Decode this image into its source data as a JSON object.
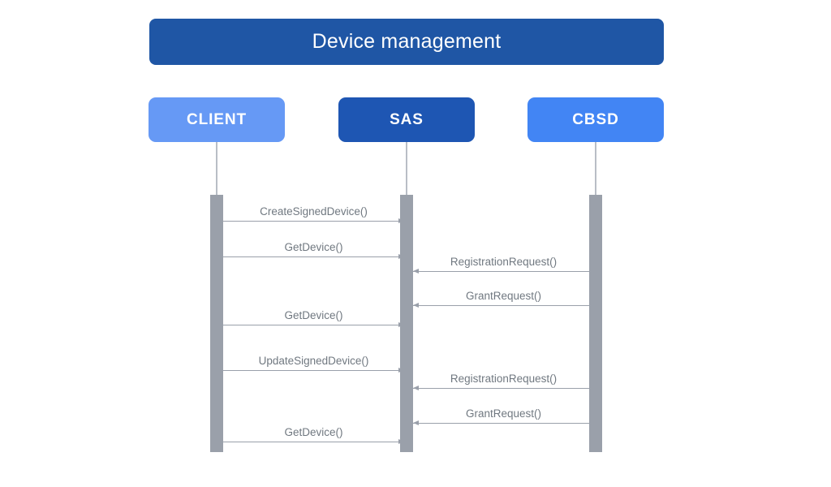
{
  "title": {
    "text": "Device management"
  },
  "participants": [
    {
      "id": "client",
      "label": "CLIENT",
      "color": "#6699f5"
    },
    {
      "id": "sas",
      "label": "SAS",
      "color": "#1e56b3"
    },
    {
      "id": "cbsd",
      "label": "CBSD",
      "color": "#4285f4"
    }
  ],
  "colors": {
    "title_banner": "#1f56a5",
    "activation_bar": "#9aa0aa",
    "lifeline": "#b9bec6",
    "message_text": "#707880",
    "message_line": "#9aa0aa",
    "background": "#ffffff"
  },
  "messages": [
    {
      "label": "CreateSignedDevice()",
      "from": "client",
      "to": "sas",
      "direction": "right"
    },
    {
      "label": "GetDevice()",
      "from": "client",
      "to": "sas",
      "direction": "right"
    },
    {
      "label": "RegistrationRequest()",
      "from": "cbsd",
      "to": "sas",
      "direction": "left"
    },
    {
      "label": "GrantRequest()",
      "from": "cbsd",
      "to": "sas",
      "direction": "left"
    },
    {
      "label": "GetDevice()",
      "from": "client",
      "to": "sas",
      "direction": "right"
    },
    {
      "label": "UpdateSignedDevice()",
      "from": "client",
      "to": "sas",
      "direction": "right"
    },
    {
      "label": "RegistrationRequest()",
      "from": "cbsd",
      "to": "sas",
      "direction": "left"
    },
    {
      "label": "GrantRequest()",
      "from": "cbsd",
      "to": "sas",
      "direction": "left"
    },
    {
      "label": "GetDevice()",
      "from": "client",
      "to": "sas",
      "direction": "right"
    }
  ]
}
